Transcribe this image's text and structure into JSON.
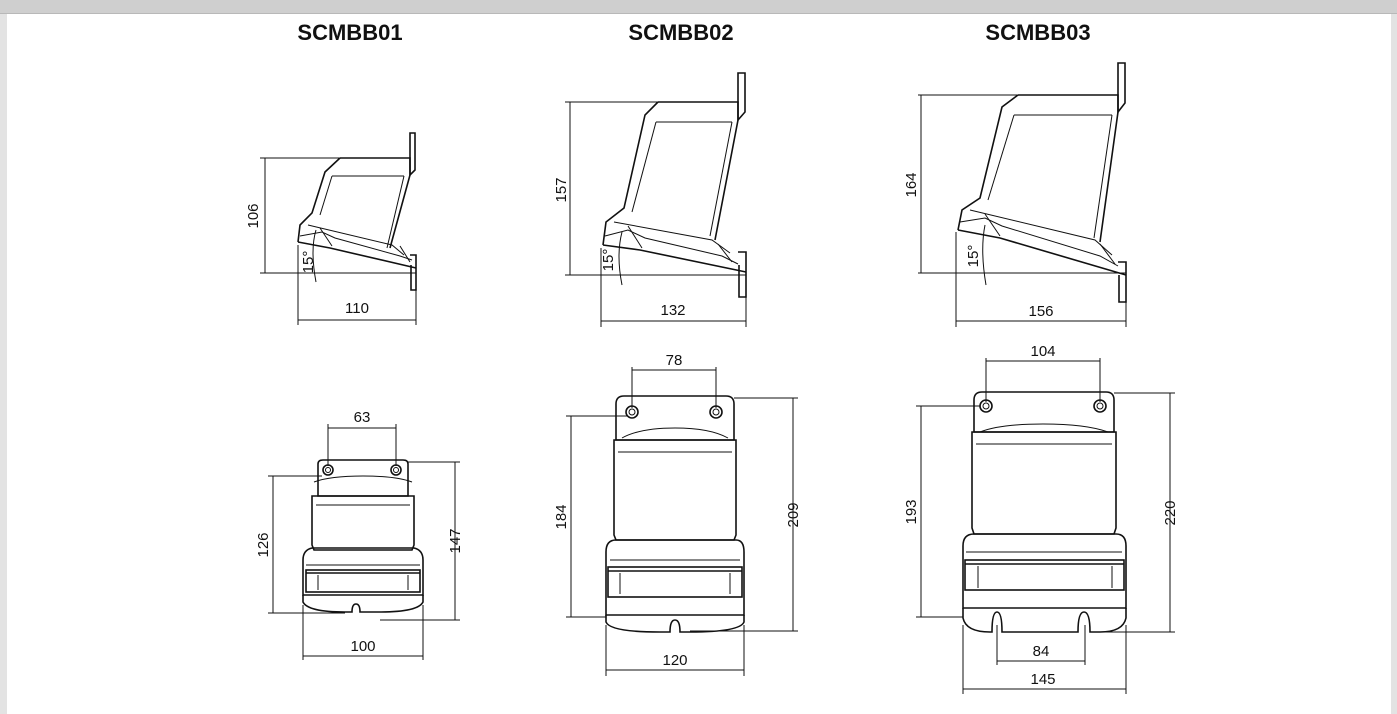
{
  "models": [
    {
      "name": "SCMBB01",
      "side": {
        "height": "106",
        "depth": "110",
        "angle": "15°"
      },
      "front": {
        "hole_spacing": "63",
        "height_inner": "126",
        "height_total": "147",
        "width": "100"
      }
    },
    {
      "name": "SCMBB02",
      "side": {
        "height": "157",
        "depth": "132",
        "angle": "15°"
      },
      "front": {
        "hole_spacing": "78",
        "height_inner": "184",
        "height_total": "209",
        "width": "120"
      }
    },
    {
      "name": "SCMBB03",
      "side": {
        "height": "164",
        "depth": "156",
        "angle": "15°"
      },
      "front": {
        "hole_spacing": "104",
        "height_inner": "193",
        "height_total": "220",
        "width": "145",
        "slot_spacing": "84"
      }
    }
  ]
}
